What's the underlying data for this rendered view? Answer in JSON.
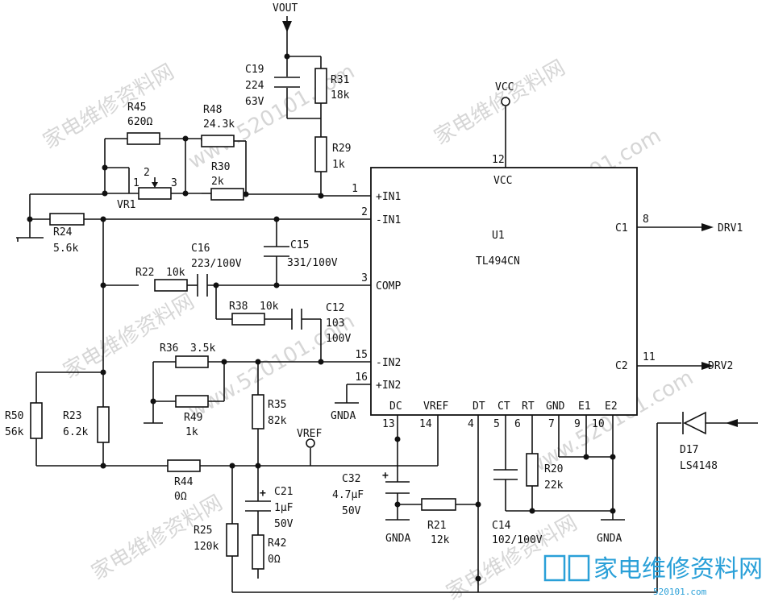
{
  "ic": {
    "ref": "U1",
    "part": "TL494CN",
    "pins": [
      {
        "num": "1",
        "name": "+IN1"
      },
      {
        "num": "2",
        "name": "-IN1"
      },
      {
        "num": "3",
        "name": "COMP"
      },
      {
        "num": "15",
        "name": "-IN2"
      },
      {
        "num": "16",
        "name": "+IN2"
      },
      {
        "num": "12",
        "name": "VCC"
      },
      {
        "num": "8",
        "name": "C1"
      },
      {
        "num": "11",
        "name": "C2"
      },
      {
        "num": "13",
        "name": "DC"
      },
      {
        "num": "14",
        "name": "VREF"
      },
      {
        "num": "4",
        "name": "DT"
      },
      {
        "num": "5",
        "name": "CT"
      },
      {
        "num": "6",
        "name": "RT"
      },
      {
        "num": "7",
        "name": "GND"
      },
      {
        "num": "9",
        "name": "E1"
      },
      {
        "num": "10",
        "name": "E2"
      }
    ]
  },
  "nets": {
    "vout": "VOUT",
    "vcc": "VCC",
    "vref": "VREF",
    "drv1": "DRV1",
    "drv2": "DRV2",
    "gnda": "GNDA"
  },
  "components": {
    "C19": {
      "ref": "C19",
      "value": "224",
      "rating": "63V"
    },
    "R31": {
      "ref": "R31",
      "value": "18k"
    },
    "R29": {
      "ref": "R29",
      "value": "1k"
    },
    "R45": {
      "ref": "R45",
      "value": "620Ω"
    },
    "R48": {
      "ref": "R48",
      "value": "24.3k"
    },
    "R30": {
      "ref": "R30",
      "value": "2k"
    },
    "VR1": {
      "ref": "VR1",
      "pin1": "1",
      "pin2": "2",
      "pin3": "3"
    },
    "R24": {
      "ref": "R24",
      "value": "5.6k"
    },
    "C16": {
      "ref": "C16",
      "value": "223/100V"
    },
    "C15": {
      "ref": "C15",
      "value": "331/100V"
    },
    "R22": {
      "ref": "R22",
      "value": "10k"
    },
    "R38": {
      "ref": "R38",
      "value": "10k"
    },
    "C12": {
      "ref": "C12",
      "value": "103",
      "rating": "100V"
    },
    "R36": {
      "ref": "R36",
      "value": "3.5k"
    },
    "R49": {
      "ref": "R49",
      "value": "1k"
    },
    "R35": {
      "ref": "R35",
      "value": "82k"
    },
    "R50": {
      "ref": "R50",
      "value": "56k"
    },
    "R23": {
      "ref": "R23",
      "value": "6.2k"
    },
    "R44": {
      "ref": "R44",
      "value": "0Ω"
    },
    "C21": {
      "ref": "C21",
      "value": "1μF",
      "rating": "50V"
    },
    "R25": {
      "ref": "R25",
      "value": "120k"
    },
    "R42": {
      "ref": "R42",
      "value": "0Ω"
    },
    "C32": {
      "ref": "C32",
      "value": "4.7μF",
      "rating": "50V"
    },
    "R21": {
      "ref": "R21",
      "value": "12k"
    },
    "C14": {
      "ref": "C14",
      "value": "102/100V"
    },
    "R20": {
      "ref": "R20",
      "value": "22k"
    },
    "D17": {
      "ref": "D17",
      "value": "LS4148"
    }
  },
  "watermark": {
    "text": "家电维修资料网",
    "domain": "www.520101.com",
    "logo_text": "家电维修资料网",
    "logo_url": "520101.com",
    "logo_color": "#2aa0d8"
  }
}
